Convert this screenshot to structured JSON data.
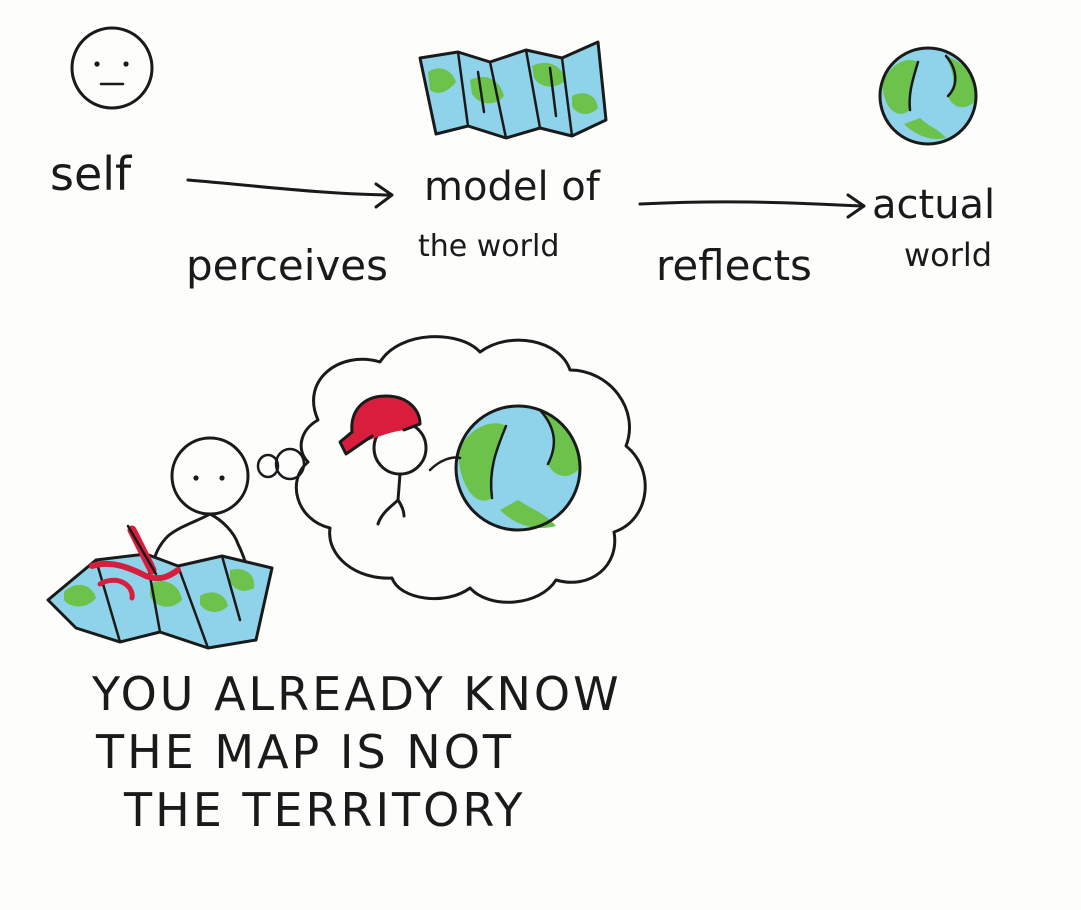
{
  "diagram": {
    "nodes": {
      "self": {
        "label": "self",
        "icon": "face-icon"
      },
      "model": {
        "label_line1": "model of",
        "label_line2": "the world",
        "icon": "folded-map-icon"
      },
      "actual": {
        "label_line1": "actual",
        "label_line2": "world",
        "icon": "globe-icon"
      }
    },
    "edges": {
      "perceives": {
        "label": "perceives"
      },
      "reflects": {
        "label": "reflects"
      }
    }
  },
  "caption": {
    "line1": "YOU ALREADY KNOW",
    "line2": "THE MAP IS  NOT",
    "line3": "THE TERRITORY"
  },
  "colors": {
    "ink": "#1a1a1a",
    "ocean": "#8fd3ea",
    "land": "#6cc24a",
    "cap": "#d81e3c",
    "paper": "#fdfdfb"
  }
}
